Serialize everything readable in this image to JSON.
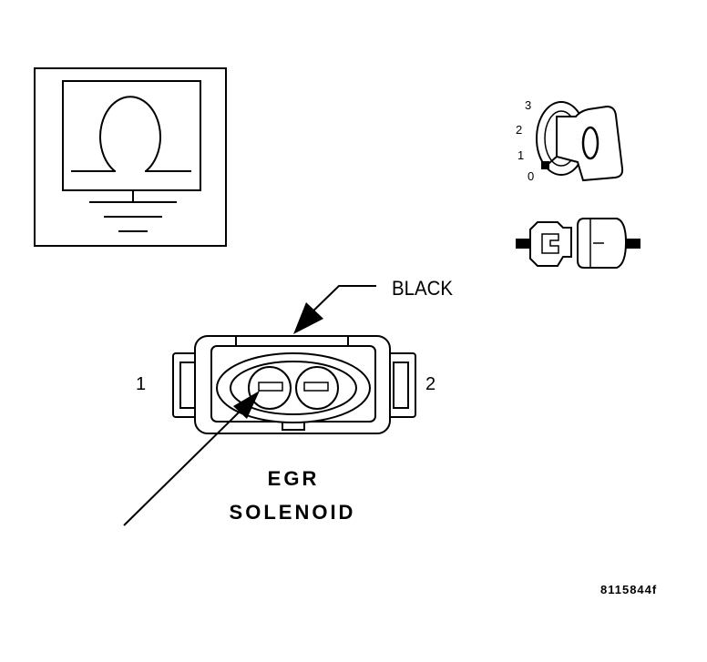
{
  "connector": {
    "color_label": "BLACK",
    "pin_left": "1",
    "pin_right": "2",
    "name_line1": "EGR",
    "name_line2": "SOLENOID"
  },
  "ignition_key": {
    "positions": [
      "3",
      "2",
      "1",
      "0"
    ]
  },
  "figure_id": "8115844f",
  "icons": {
    "meter": "ohmmeter-ground-icon",
    "key": "ignition-key-off-icon",
    "disconnect": "connector-disconnected-icon"
  }
}
